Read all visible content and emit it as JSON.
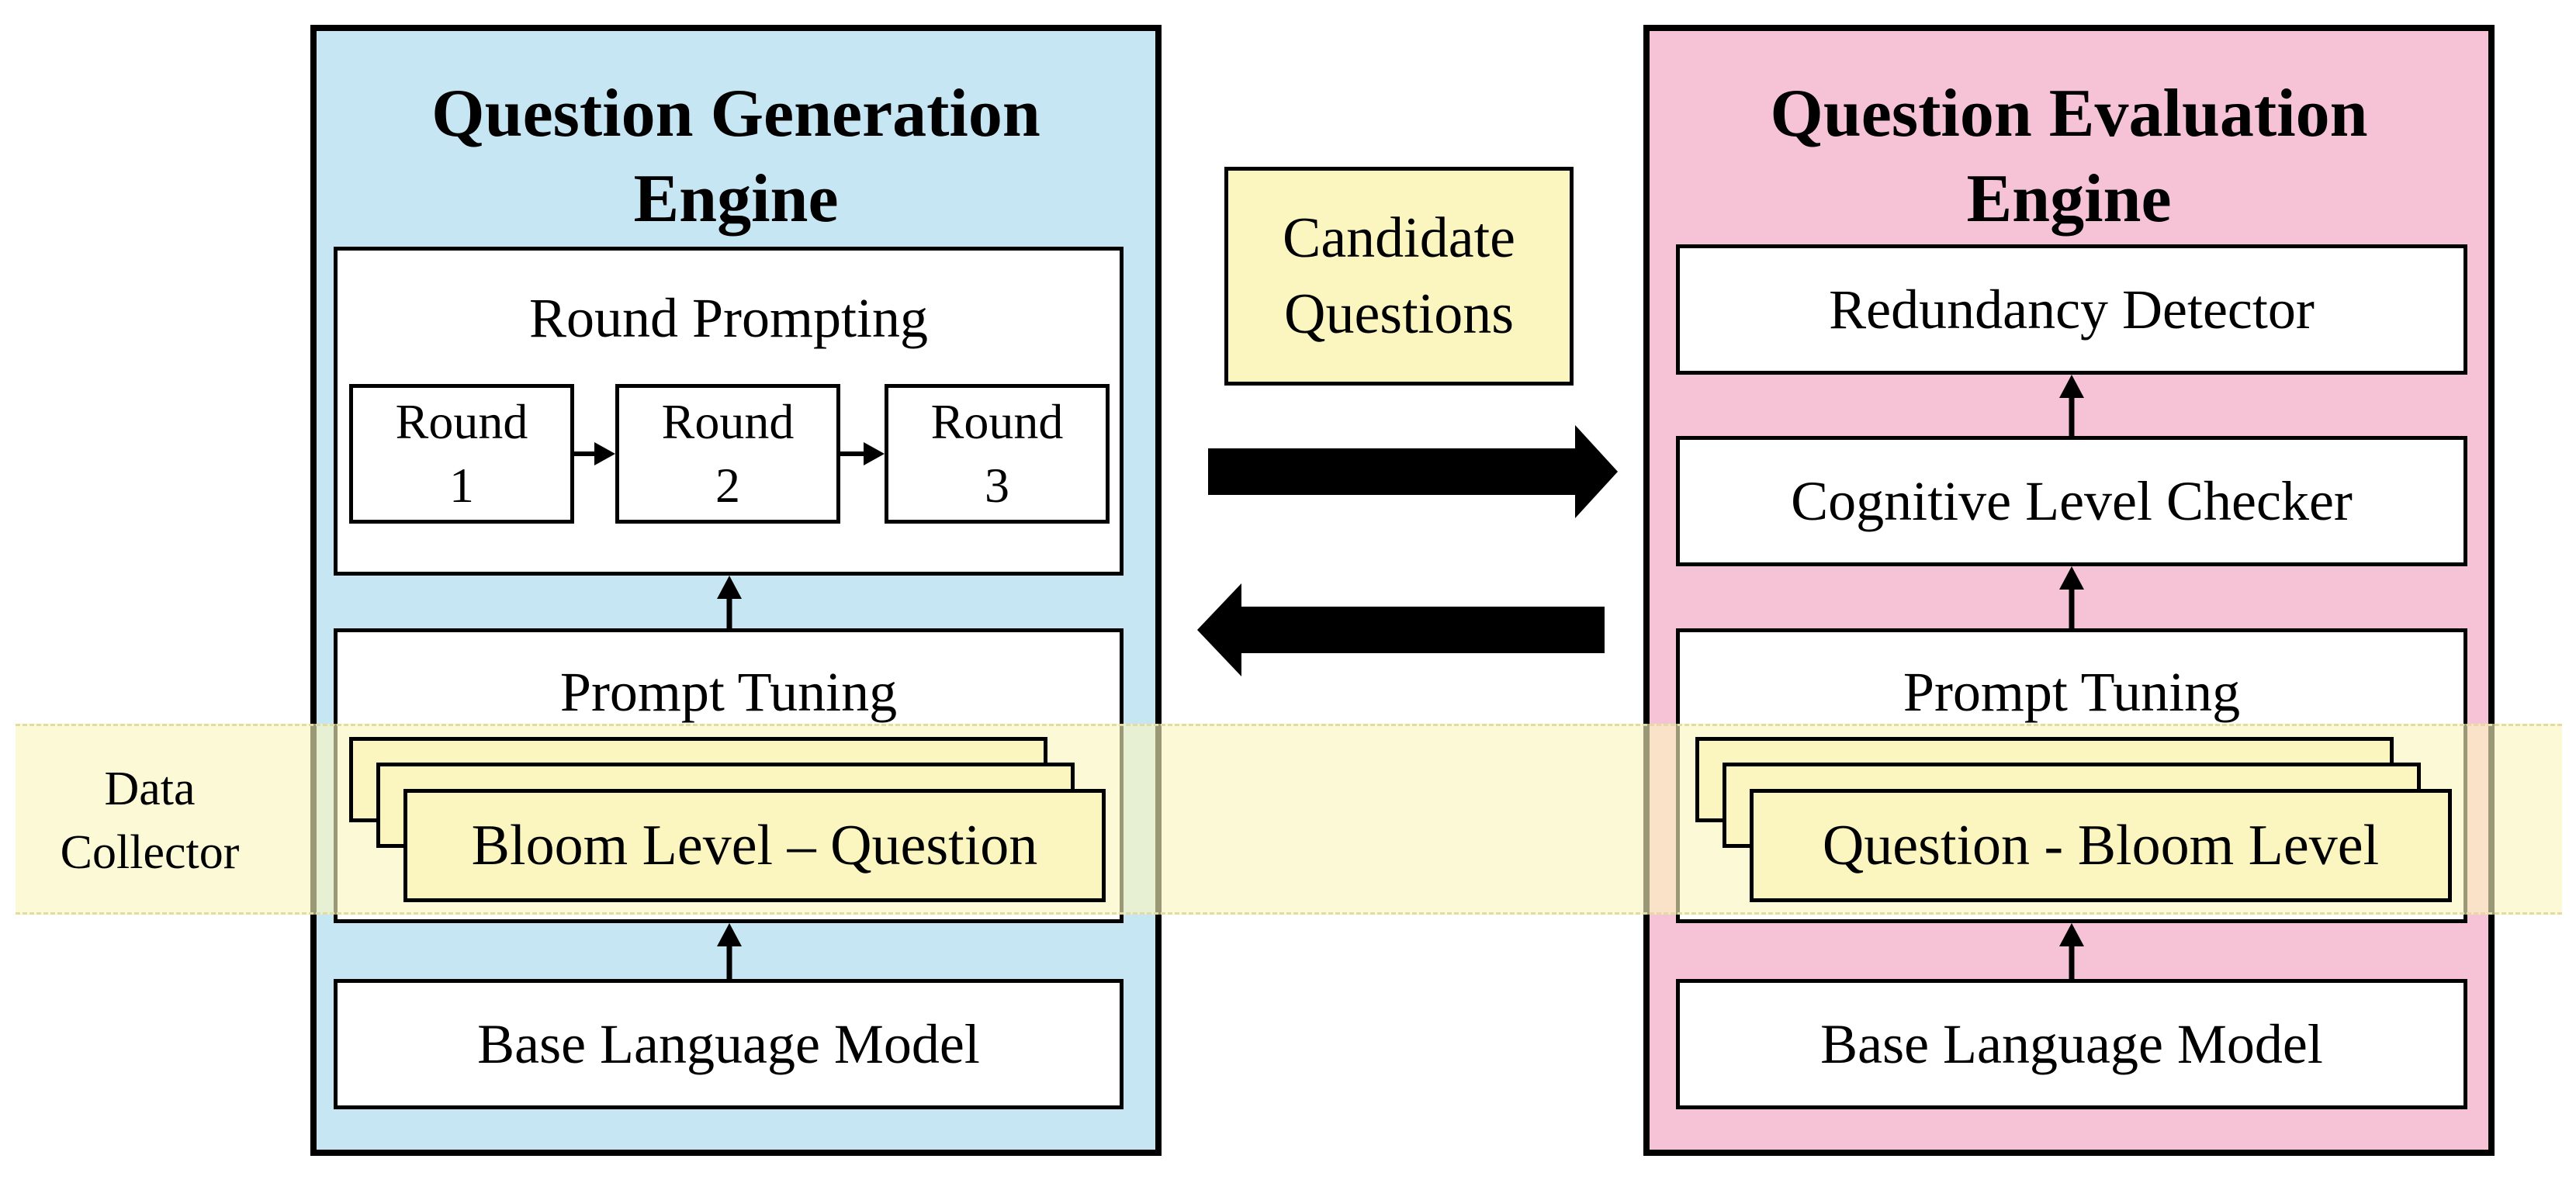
{
  "generation_engine": {
    "title_line1": "Question Generation",
    "title_line2": "Engine",
    "round_prompting": {
      "title": "Round Prompting",
      "rounds": [
        {
          "line1": "Round",
          "line2": "1"
        },
        {
          "line1": "Round",
          "line2": "2"
        },
        {
          "line1": "Round",
          "line2": "3"
        }
      ]
    },
    "prompt_tuning": "Prompt Tuning",
    "data_card": "Bloom Level – Question",
    "base_model": "Base Language Model",
    "color": "#c7e6f4"
  },
  "evaluation_engine": {
    "title_line1": "Question Evaluation",
    "title_line2": "Engine",
    "redundancy_detector": "Redundancy Detector",
    "cognitive_checker": "Cognitive Level Checker",
    "prompt_tuning": "Prompt Tuning",
    "data_card": "Question - Bloom Level",
    "base_model": "Base Language Model",
    "color": "#f6c3d6"
  },
  "candidate_questions": {
    "line1": "Candidate",
    "line2": "Questions"
  },
  "data_collector": {
    "line1": "Data",
    "line2": "Collector"
  }
}
